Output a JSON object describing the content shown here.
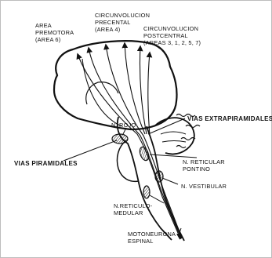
{
  "labels": {
    "area_premotora": {
      "line1": "AREA",
      "line2": "PREMOTORA",
      "line3": "(AREA 6)"
    },
    "circ_precentral": {
      "line1": "CIRCUNVOLUCION",
      "line2": "PRECENTAL",
      "line3": "(AREA 4)"
    },
    "circ_postcentral": {
      "line1": "CIRCUNVOLUCION",
      "line2": "POSTCENTRAL",
      "line3": "(AREAS 3, 1, 2, 5, 7)"
    },
    "n_rojo": "N. ROJO",
    "vias_extrapiramidales": "VIAS EXTRAPIRAMIDALES",
    "vias_piramidales": "VIAS PIRAMIDALES",
    "n_reticular_pontino": {
      "line1": "N. RETICULAR",
      "line2": "PONTINO"
    },
    "n_vestibular": "N. VESTIBULAR",
    "n_reticulomedular": {
      "line1": "N.RETICULO-",
      "line2": "MEDULAR"
    },
    "motoneurona_espinal": {
      "line1": "MOTONEURONA",
      "line2": "ESPINAL"
    }
  },
  "colors": {
    "ink": "#111111",
    "background": "#ffffff",
    "frame": "#bdbdbd"
  }
}
